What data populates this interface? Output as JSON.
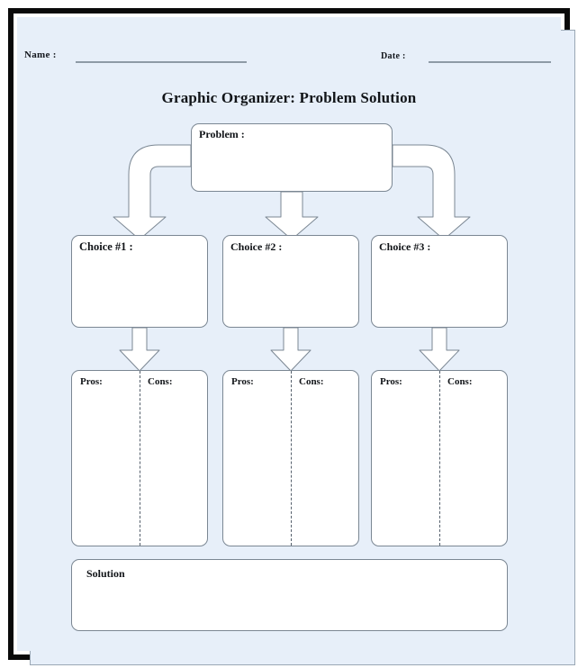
{
  "document": {
    "title": "Graphic Organizer: Problem Solution",
    "background_color": "#e7eff9",
    "border_color": "#0a0a0a",
    "box_fill": "#ffffff",
    "box_border_color": "#7b8793"
  },
  "header": {
    "name_label": "Name :",
    "date_label": "Date :"
  },
  "problem": {
    "label": "Problem :"
  },
  "choices": [
    {
      "label": "Choice #1 :",
      "pros_label": "Pros:",
      "cons_label": "Cons:"
    },
    {
      "label": "Choice #2 :",
      "pros_label": "Pros:",
      "cons_label": "Cons:"
    },
    {
      "label": "Choice #3 :",
      "pros_label": "Pros:",
      "cons_label": "Cons:"
    }
  ],
  "solution": {
    "label": "Solution"
  }
}
